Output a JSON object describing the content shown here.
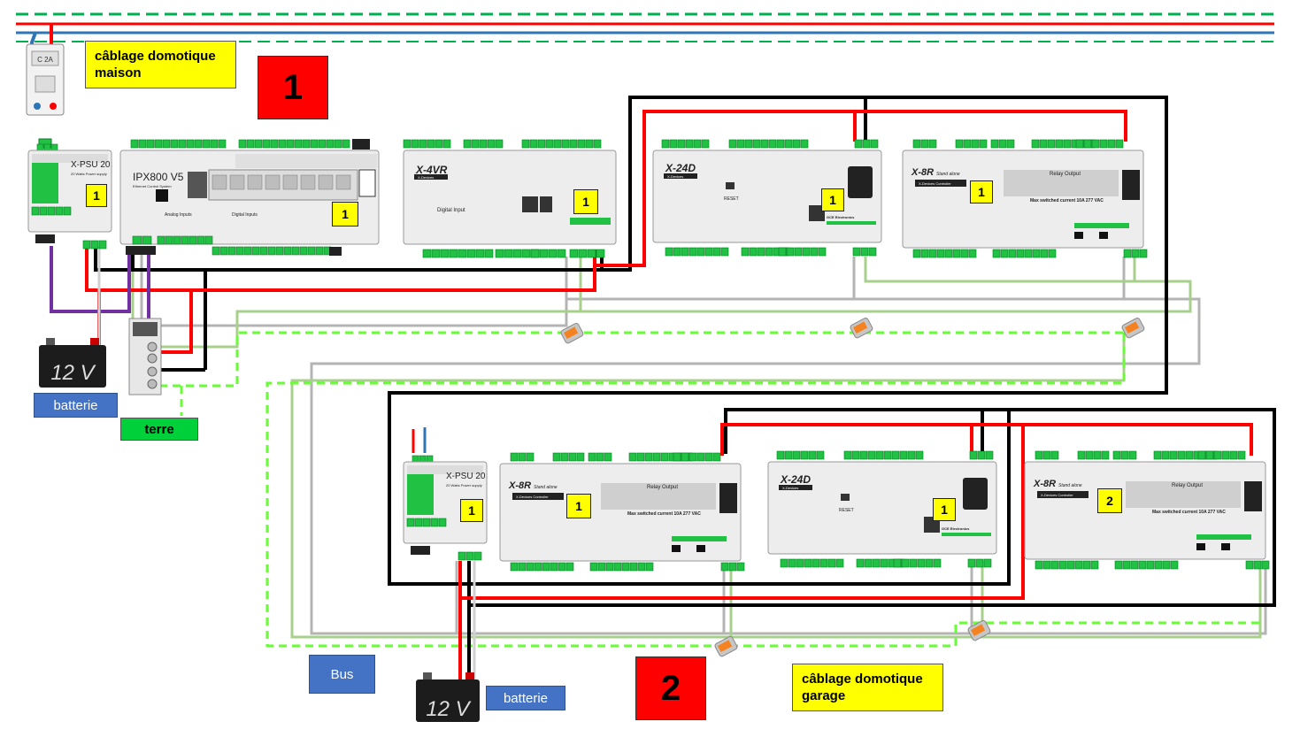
{
  "labels": {
    "house_wiring": "câblage domotique\nmaison",
    "garage_wiring": "câblage domotique\ngarage",
    "battery_1": "batterie",
    "battery_2": "batterie",
    "earth": "terre",
    "bus": "Bus",
    "zone_1": "1",
    "zone_2": "2"
  },
  "battery_text": "12 V",
  "breaker_text": "C 2A",
  "modules": {
    "psu1": {
      "name": "X-PSU 20",
      "sub": "20 Watts Power supply",
      "tag": "1"
    },
    "ipx": {
      "name": "IPX800 V5",
      "sub": "Ethernet Control System",
      "analog": "Analog Inputs",
      "digital": "Digital Inputs",
      "tag": "1"
    },
    "x4vr": {
      "name": "X-4VR",
      "sub": "X-Devices",
      "digital": "Digital Input",
      "tag": "1"
    },
    "x24d_1": {
      "name": "X-24D",
      "sub": "X-Devices",
      "reset": "RESET",
      "brand": "GCE Electronics",
      "tag": "1"
    },
    "x8r_1": {
      "name": "X-8R",
      "sub": "Stand alone",
      "ctrl": "X-Devices Controller",
      "relay": "Relay Output",
      "max": "Max switched current 10A 277 VAC",
      "tag": "1"
    },
    "psu2": {
      "name": "X-PSU 20",
      "sub": "20 Watts Power supply",
      "tag": "1"
    },
    "x8r_2": {
      "name": "X-8R",
      "sub": "Stand alone",
      "ctrl": "X-Devices Controller",
      "relay": "Relay Output",
      "max": "Max switched current 10A 277 VAC",
      "tag": "1"
    },
    "x24d_2": {
      "name": "X-24D",
      "sub": "X-Devices",
      "reset": "RESET",
      "brand": "GCE Electronics",
      "tag": "1"
    },
    "x8r_3": {
      "name": "X-8R",
      "sub": "Stand alone",
      "ctrl": "X-Devices Controller",
      "relay": "Relay Output",
      "max": "Max switched current 10A 277 VAC",
      "tag": "2"
    }
  },
  "colors": {
    "plus_wire": "#ff0000",
    "minus_wire": "#000000",
    "bus_gray": "#b4b4b4",
    "bus_green": "#a8d08d",
    "earth_dashed": "#66ff33",
    "purple": "#7030a0",
    "mains_blue": "#2e75b6",
    "terminal_green": "#21c244"
  }
}
